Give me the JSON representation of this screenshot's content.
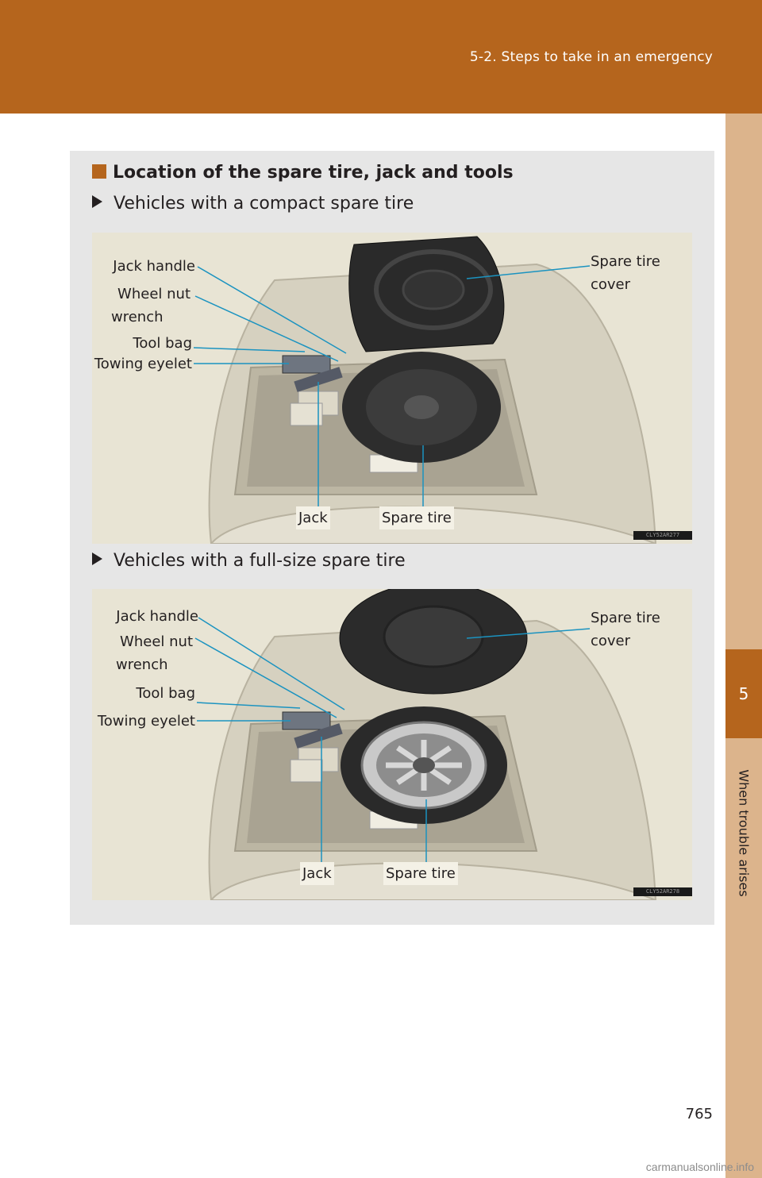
{
  "header": {
    "section": "5-2. Steps to take in an emergency"
  },
  "side_tab": {
    "chapter_number": "5",
    "chapter_title": "When trouble arises"
  },
  "heading": "Location of the spare tire, jack and tools",
  "figures": [
    {
      "subheading": "Vehicles with a compact spare tire",
      "labels": {
        "jack_handle": "Jack handle",
        "wheel_nut_wrench_1": "Wheel  nut",
        "wheel_nut_wrench_2": "wrench",
        "tool_bag": "Tool bag",
        "towing_eyelet": "Towing eyelet",
        "spare_tire_cover_1": "Spare tire",
        "spare_tire_cover_2": "cover",
        "jack": "Jack",
        "spare_tire": "Spare tire"
      },
      "code": "CLY52AR277"
    },
    {
      "subheading": "Vehicles with a full-size spare tire",
      "labels": {
        "jack_handle": "Jack handle",
        "wheel_nut_wrench_1": "Wheel  nut",
        "wheel_nut_wrench_2": "wrench",
        "tool_bag": "Tool bag",
        "towing_eyelet": "Towing eyelet",
        "spare_tire_cover_1": "Spare tire",
        "spare_tire_cover_2": "cover",
        "jack": "Jack",
        "spare_tire": "Spare tire"
      },
      "code": "CLY52AR278"
    }
  ],
  "page_number": "765",
  "watermark": "carmanualsonline.info",
  "colors": {
    "accent": "#b5651d",
    "tab_light": "#dcb48c",
    "callout_line": "#1b93c0"
  }
}
